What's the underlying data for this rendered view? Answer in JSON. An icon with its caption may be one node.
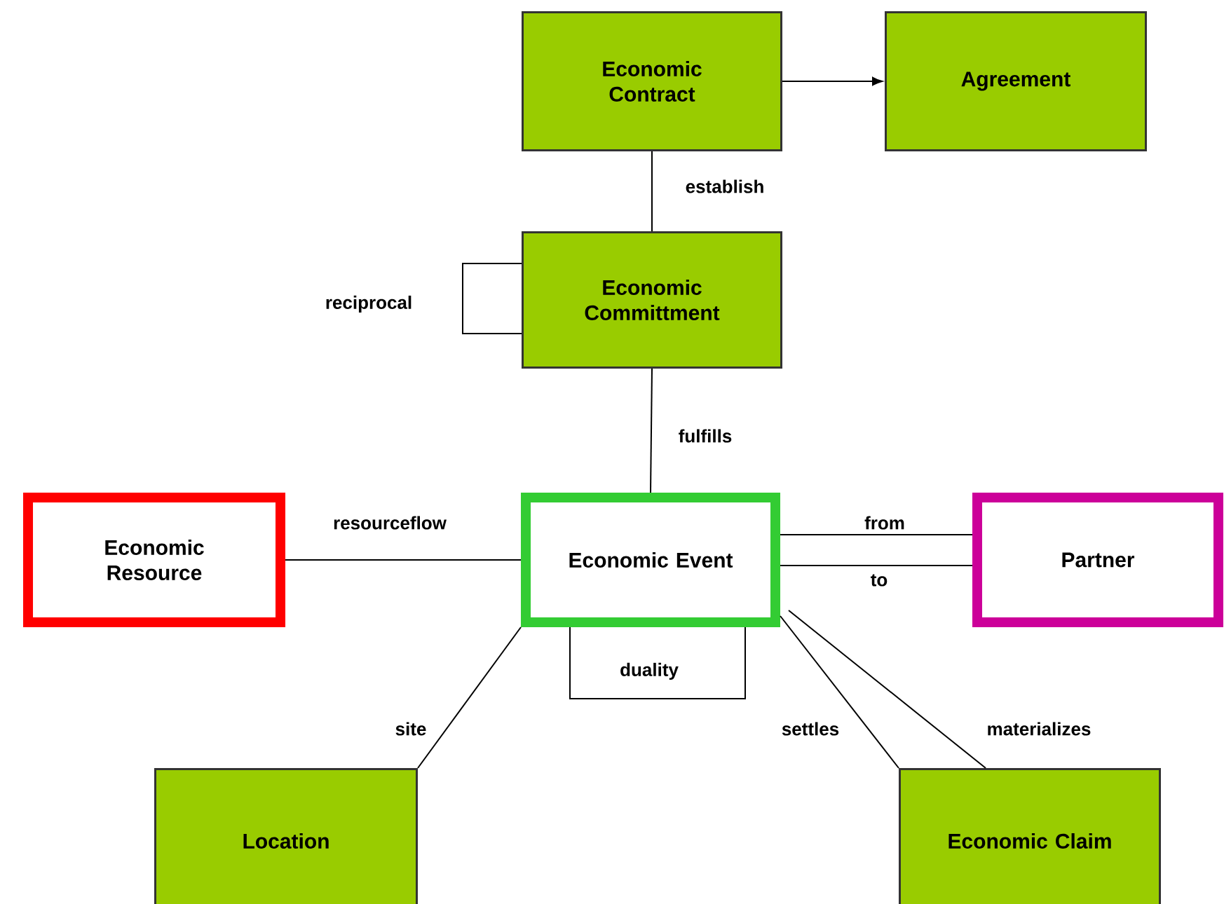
{
  "diagram": {
    "nodes": [
      {
        "text": [
          "Economic Contract"
        ]
      },
      {
        "text": [
          "Agreement"
        ]
      },
      {
        "text": [
          "Economic Committment"
        ]
      },
      {
        "text": [
          "Economic Resource"
        ]
      },
      {
        "text": [
          "Economic Event"
        ]
      },
      {
        "text": [
          "Partner"
        ]
      },
      {
        "text": [
          "Location"
        ]
      },
      {
        "text": [
          "Economic Claim"
        ]
      }
    ],
    "edges": [
      {
        "from": 0,
        "to": 1,
        "arrow": "to"
      },
      {
        "from": 0,
        "to": 2,
        "arrow": "none",
        "label": "establish"
      },
      {
        "from": 2,
        "to": 2,
        "arrow": "none",
        "label": "reciprocal"
      },
      {
        "from": 2,
        "to": 4,
        "arrow": "none",
        "label": "fulfills"
      },
      {
        "from": 3,
        "to": 4,
        "arrow": "none",
        "label": "resourceflow"
      },
      {
        "from": 4,
        "to": 5,
        "arrow": "none",
        "label": "from"
      },
      {
        "from": 4,
        "to": 5,
        "arrow": "none",
        "label": "to"
      },
      {
        "from": 4,
        "to": 4,
        "arrow": "none",
        "label": "duality"
      },
      {
        "from": 4,
        "to": 6,
        "arrow": "none",
        "label": "site"
      },
      {
        "from": 4,
        "to": 7,
        "arrow": "none",
        "label": "settles"
      },
      {
        "from": 4,
        "to": 7,
        "arrow": "none",
        "label": "materializes"
      }
    ]
  }
}
